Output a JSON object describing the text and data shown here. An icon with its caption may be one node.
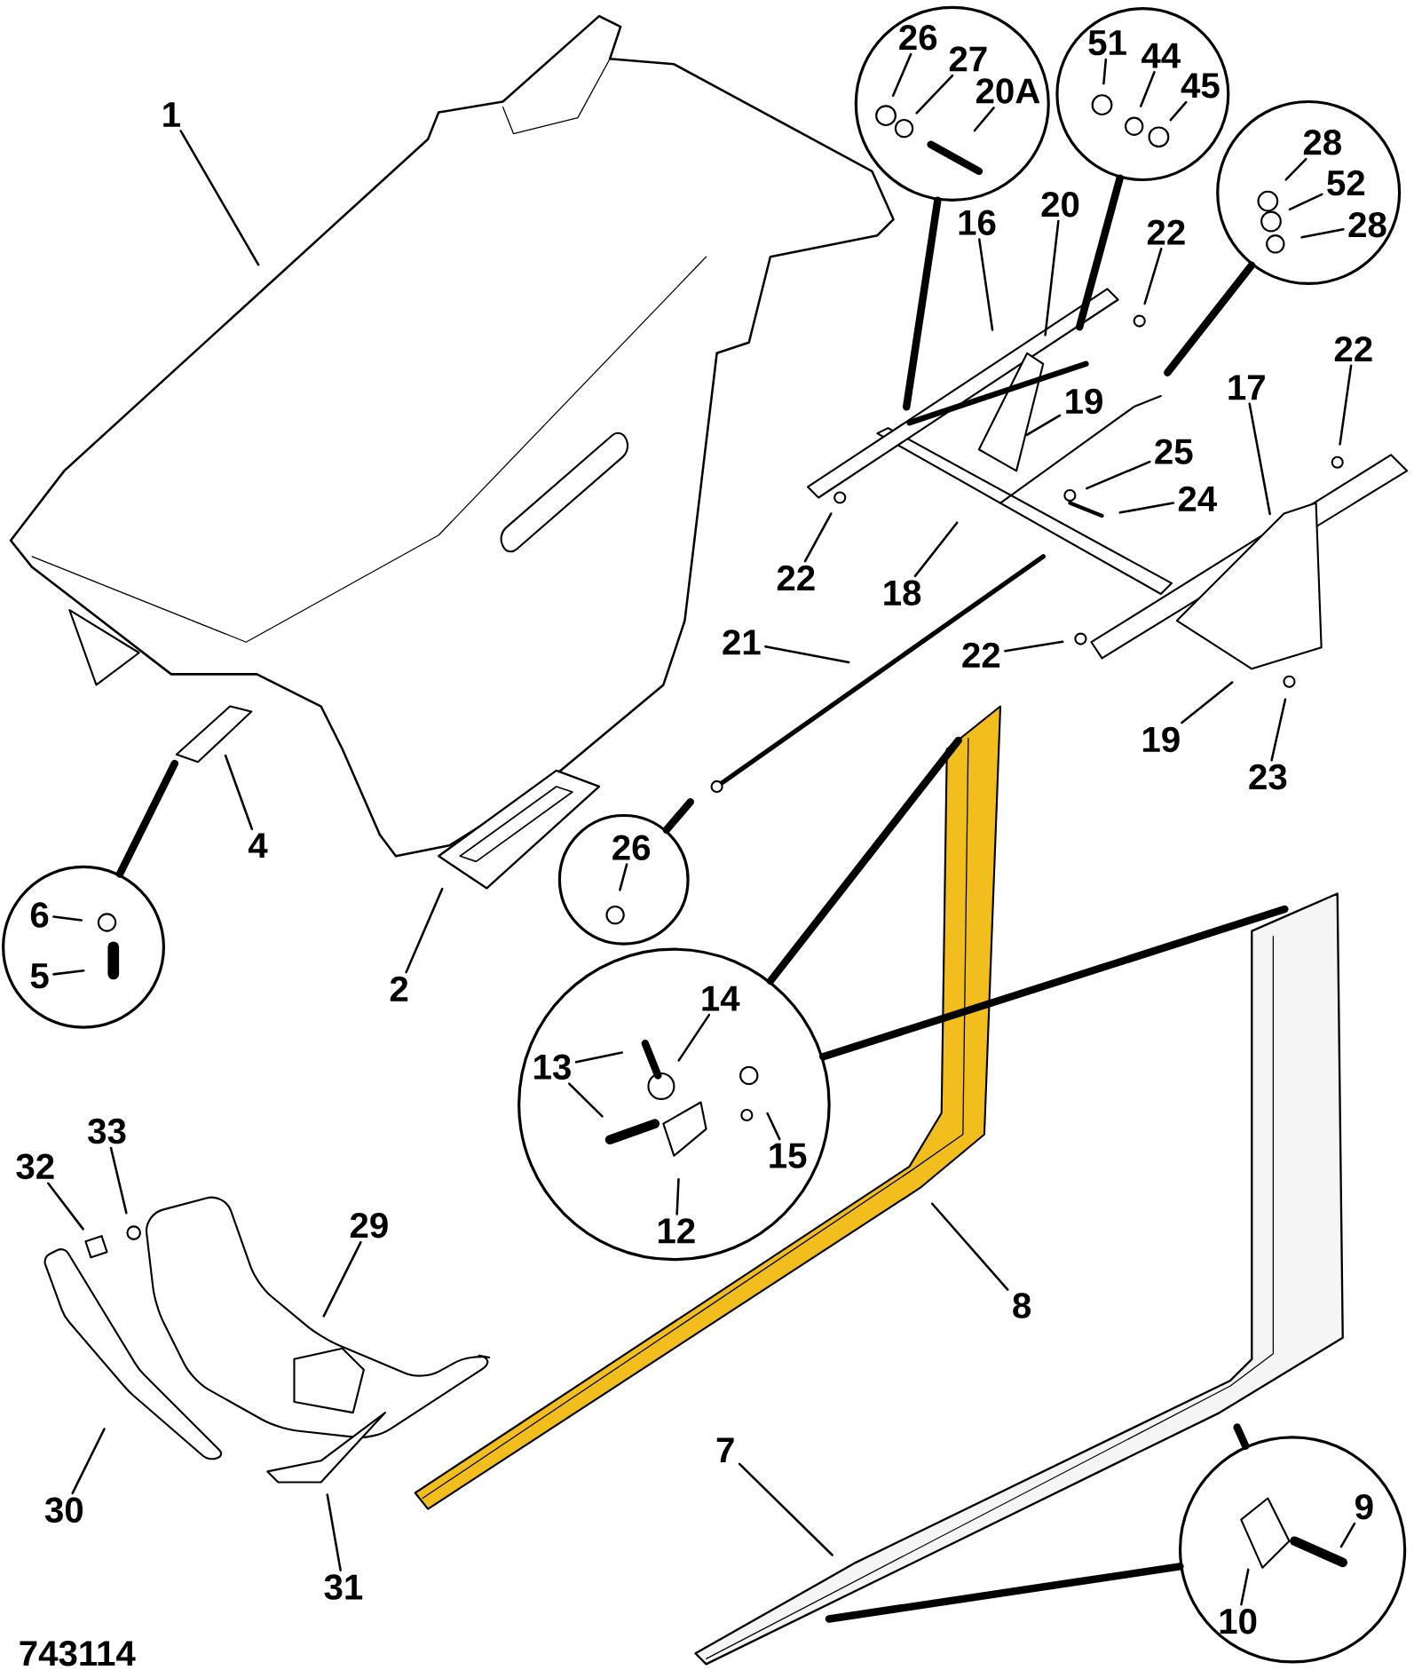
{
  "diagram": {
    "nodes": [
      {
        "text": [
          "1"
        ]
      },
      {
        "text": [],
        "shape": "circle"
      },
      {
        "text": [
          "26"
        ],
        "in": 1
      },
      {
        "text": [
          "27"
        ],
        "in": 1
      },
      {
        "text": [
          "20A"
        ],
        "in": 1
      },
      {
        "text": [],
        "shape": "circle"
      },
      {
        "text": [
          "51"
        ],
        "in": 5
      },
      {
        "text": [
          "44"
        ],
        "in": 5
      },
      {
        "text": [
          "45"
        ],
        "in": 5
      },
      {
        "text": [],
        "shape": "circle"
      },
      {
        "text": [
          "28"
        ],
        "in": 9
      },
      {
        "text": [
          "52"
        ],
        "in": 9
      },
      {
        "text": [
          "28"
        ],
        "in": 9
      },
      {
        "text": [
          "16"
        ]
      },
      {
        "text": [
          "20"
        ]
      },
      {
        "text": [
          "22"
        ]
      },
      {
        "text": [
          "22"
        ]
      },
      {
        "text": [
          "17"
        ]
      },
      {
        "text": [
          "19"
        ]
      },
      {
        "text": [
          "25"
        ]
      },
      {
        "text": [
          "24"
        ]
      },
      {
        "text": [
          "22"
        ]
      },
      {
        "text": [
          "18"
        ]
      },
      {
        "text": [
          "21"
        ]
      },
      {
        "text": [
          "22"
        ]
      },
      {
        "text": [
          "19"
        ]
      },
      {
        "text": [
          "23"
        ]
      },
      {
        "text": [
          "4"
        ]
      },
      {
        "text": [],
        "shape": "circle"
      },
      {
        "text": [
          "6"
        ],
        "in": 28
      },
      {
        "text": [
          "5"
        ],
        "in": 28
      },
      {
        "text": [],
        "shape": "circle"
      },
      {
        "text": [
          "26"
        ],
        "in": 31
      },
      {
        "text": [
          "2"
        ]
      },
      {
        "text": [],
        "shape": "circle"
      },
      {
        "text": [
          "14"
        ],
        "in": 34
      },
      {
        "text": [
          "13"
        ],
        "in": 34
      },
      {
        "text": [
          "15"
        ],
        "in": 34
      },
      {
        "text": [
          "12"
        ],
        "in": 34
      },
      {
        "text": [
          "8"
        ]
      },
      {
        "text": [
          "32"
        ]
      },
      {
        "text": [
          "33"
        ]
      },
      {
        "text": [
          "29"
        ]
      },
      {
        "text": [
          "30"
        ]
      },
      {
        "text": [
          "31"
        ]
      },
      {
        "text": [
          "7"
        ]
      },
      {
        "text": [],
        "shape": "circle"
      },
      {
        "text": [
          "9"
        ],
        "in": 46
      },
      {
        "text": [
          "10"
        ],
        "in": 46
      }
    ],
    "edges": [
      {
        "from": 0,
        "to": null,
        "arrow": "none"
      },
      {
        "from": 2,
        "to": null,
        "arrow": "none"
      },
      {
        "from": 3,
        "to": null,
        "arrow": "none"
      },
      {
        "from": 4,
        "to": null,
        "arrow": "none"
      },
      {
        "from": 6,
        "to": null,
        "arrow": "none"
      },
      {
        "from": 7,
        "to": null,
        "arrow": "none"
      },
      {
        "from": 8,
        "to": null,
        "arrow": "none"
      },
      {
        "from": 10,
        "to": null,
        "arrow": "none"
      },
      {
        "from": 11,
        "to": null,
        "arrow": "none"
      },
      {
        "from": 12,
        "to": null,
        "arrow": "none"
      },
      {
        "from": 13,
        "to": null,
        "arrow": "none"
      },
      {
        "from": 14,
        "to": null,
        "arrow": "none"
      },
      {
        "from": 15,
        "to": null,
        "arrow": "none"
      },
      {
        "from": 16,
        "to": null,
        "arrow": "none"
      },
      {
        "from": 17,
        "to": null,
        "arrow": "none"
      },
      {
        "from": 18,
        "to": null,
        "arrow": "none"
      },
      {
        "from": 19,
        "to": null,
        "arrow": "none"
      },
      {
        "from": 20,
        "to": null,
        "arrow": "none"
      },
      {
        "from": 21,
        "to": null,
        "arrow": "none"
      },
      {
        "from": 22,
        "to": null,
        "arrow": "none"
      },
      {
        "from": 23,
        "to": null,
        "arrow": "none"
      },
      {
        "from": 24,
        "to": null,
        "arrow": "none"
      },
      {
        "from": 25,
        "to": null,
        "arrow": "none"
      },
      {
        "from": 26,
        "to": null,
        "arrow": "none"
      },
      {
        "from": 27,
        "to": null,
        "arrow": "none"
      },
      {
        "from": 29,
        "to": null,
        "arrow": "none"
      },
      {
        "from": 30,
        "to": null,
        "arrow": "none"
      },
      {
        "from": 32,
        "to": null,
        "arrow": "none"
      },
      {
        "from": 33,
        "to": null,
        "arrow": "none"
      },
      {
        "from": 35,
        "to": null,
        "arrow": "none"
      },
      {
        "from": 36,
        "to": null,
        "arrow": "none"
      },
      {
        "from": 36,
        "to": null,
        "arrow": "none"
      },
      {
        "from": 37,
        "to": null,
        "arrow": "none"
      },
      {
        "from": 38,
        "to": null,
        "arrow": "none"
      },
      {
        "from": 39,
        "to": null,
        "arrow": "none"
      },
      {
        "from": 40,
        "to": null,
        "arrow": "none"
      },
      {
        "from": 41,
        "to": null,
        "arrow": "none"
      },
      {
        "from": 42,
        "to": null,
        "arrow": "none"
      },
      {
        "from": 43,
        "to": null,
        "arrow": "none"
      },
      {
        "from": 44,
        "to": null,
        "arrow": "none"
      },
      {
        "from": 45,
        "to": null,
        "arrow": "none"
      },
      {
        "from": 47,
        "to": null,
        "arrow": "none"
      },
      {
        "from": 48,
        "to": null,
        "arrow": "none"
      },
      {
        "from": 1,
        "to": null,
        "arrow": "none",
        "style": "thick"
      },
      {
        "from": 5,
        "to": null,
        "arrow": "none",
        "style": "thick"
      },
      {
        "from": 9,
        "to": null,
        "arrow": "none",
        "style": "thick"
      },
      {
        "from": 28,
        "to": null,
        "arrow": "none",
        "style": "thick"
      },
      {
        "from": 31,
        "to": null,
        "arrow": "none",
        "style": "thick"
      },
      {
        "from": 34,
        "to": null,
        "arrow": "none",
        "style": "thick"
      },
      {
        "from": 34,
        "to": null,
        "arrow": "none",
        "style": "thick"
      },
      {
        "from": 46,
        "to": null,
        "arrow": "none",
        "style": "thick"
      },
      {
        "from": 46,
        "to": null,
        "arrow": "none",
        "style": "thick"
      }
    ],
    "labels": [
      "743114"
    ]
  }
}
